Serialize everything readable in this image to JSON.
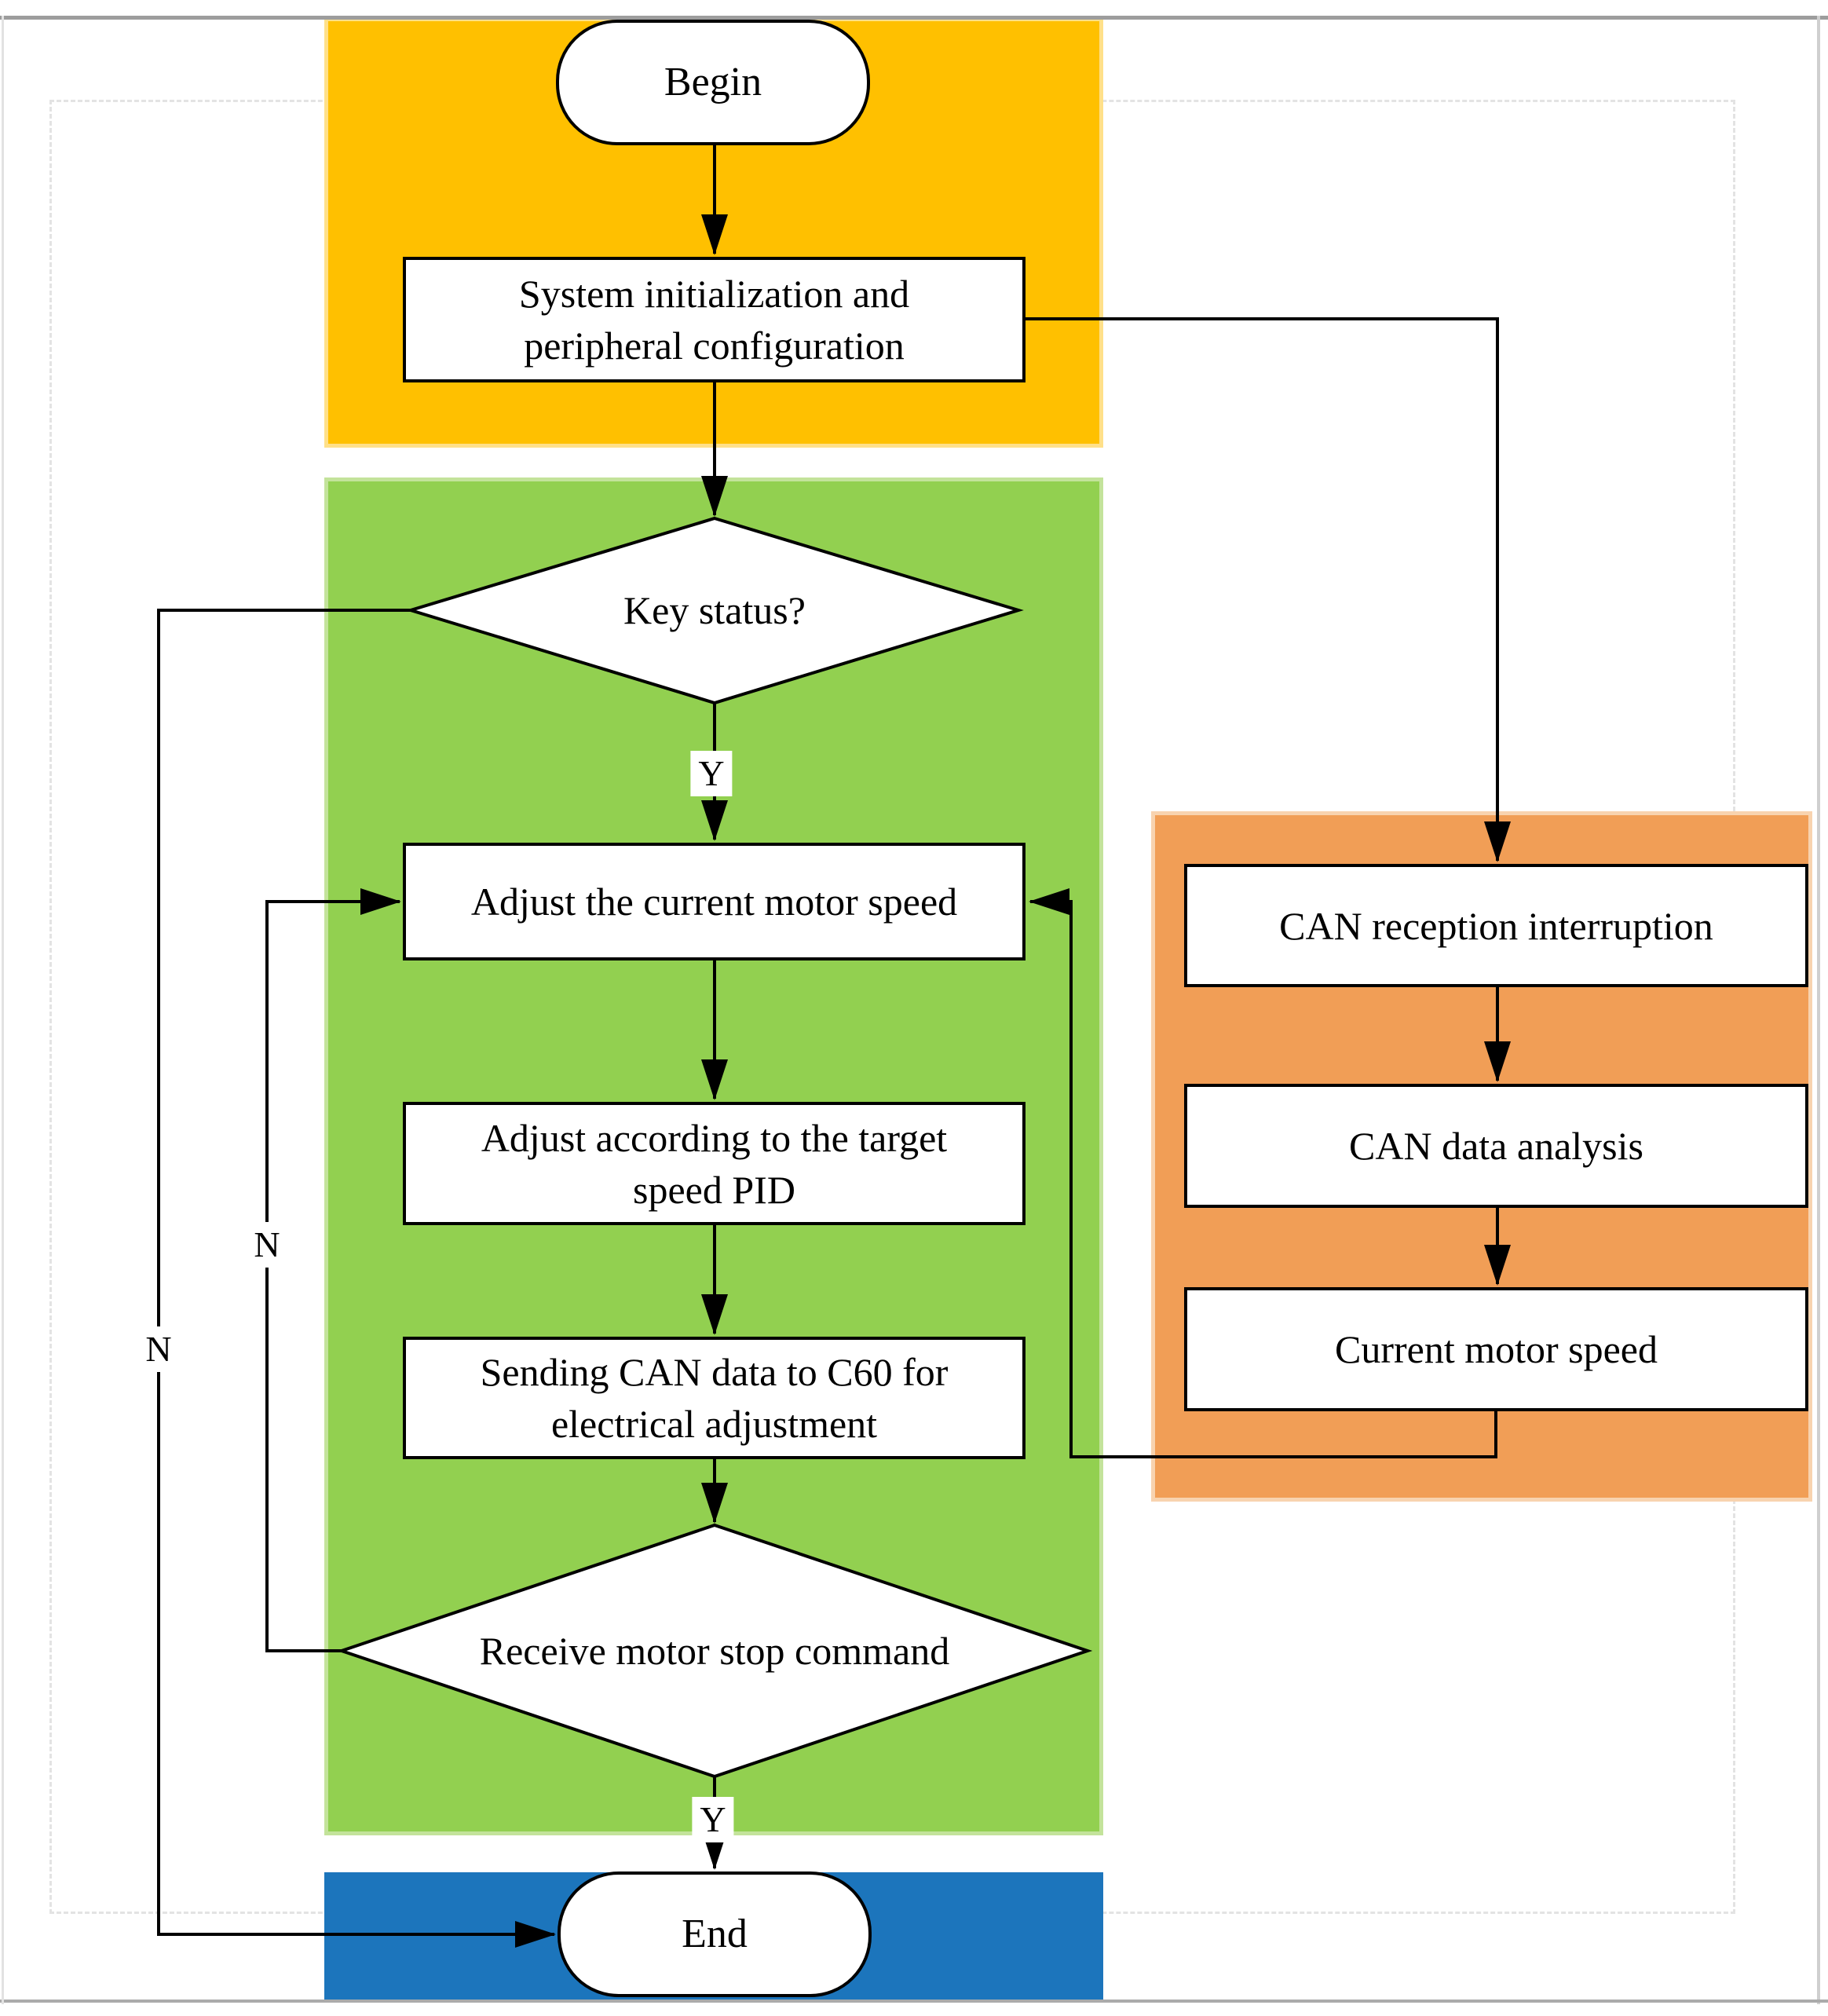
{
  "diagram": {
    "nodes": {
      "begin": {
        "label": "Begin"
      },
      "system_init": {
        "label": "System initialization and peripheral configuration"
      },
      "key_status": {
        "label": "Key status?"
      },
      "adjust_speed": {
        "label": "Adjust the current motor speed"
      },
      "adjust_pid": {
        "label": "Adjust according to the target speed PID"
      },
      "send_can": {
        "label": "Sending CAN data to C60 for electrical adjustment"
      },
      "receive_stop": {
        "label": "Receive motor stop command"
      },
      "end": {
        "label": "End"
      },
      "can_reception": {
        "label": "CAN reception interruption"
      },
      "can_analysis": {
        "label": "CAN data analysis"
      },
      "current_speed": {
        "label": "Current motor speed"
      }
    },
    "edge_labels": {
      "key_status_yes": "Y",
      "key_status_no": "N",
      "receive_stop_yes": "Y",
      "receive_stop_no": "N"
    },
    "colors": {
      "init_section": "#FFC000",
      "main_loop_section": "#92D050",
      "can_interrupt_section": "#F19E56",
      "end_section": "#1C75BC"
    }
  }
}
